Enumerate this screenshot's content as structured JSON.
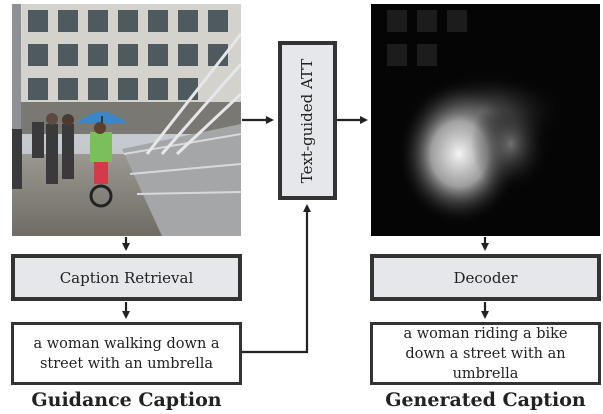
{
  "left_column": {
    "retrieval_label": "Caption Retrieval",
    "guidance_text": "a woman walking down a street with an umbrella",
    "caption_title": "Guidance Caption"
  },
  "middle": {
    "attention_label": "Text-guided ATT"
  },
  "right_column": {
    "decoder_label": "Decoder",
    "generated_text": "a woman riding a bike down a street with an umbrella",
    "caption_title": "Generated Caption"
  },
  "colors": {
    "box_border": "#333333",
    "box_fill": "#e6e7ea",
    "umbrella": "#3b86c6",
    "arrow": "#222222"
  }
}
